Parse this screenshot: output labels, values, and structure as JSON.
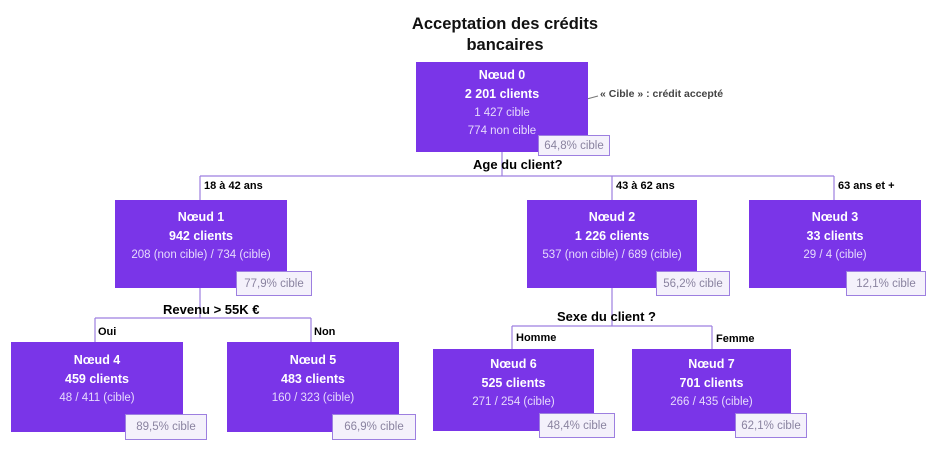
{
  "title": "Acceptation des crédits bancaires",
  "annotation": "« Cible » : crédit accepté",
  "colors": {
    "node": "#7a35e8",
    "line": "#9d7fe0",
    "pct_bg": "#f4f1fb"
  },
  "questions": {
    "age": "Age du client?",
    "revenu": "Revenu > 55K €",
    "sexe": "Sexe du client ?"
  },
  "branches": {
    "age_1": "18 à 42 ans",
    "age_2": "43 à 62 ans",
    "age_3": "63 ans et +",
    "revenu_oui": "Oui",
    "revenu_non": "Non",
    "sexe_homme": "Homme",
    "sexe_femme": "Femme"
  },
  "nodes": {
    "n0": {
      "title": "Nœud 0",
      "count": "2 201 clients",
      "detail1": "1 427 cible",
      "detail2": "774 non cible",
      "pct": "64,8% cible"
    },
    "n1": {
      "title": "Nœud 1",
      "count": "942 clients",
      "detail1": "208 (non cible) /  734 (cible)",
      "pct": "77,9% cible"
    },
    "n2": {
      "title": "Nœud 2",
      "count": "1 226 clients",
      "detail1": "537 (non cible) / 689 (cible)",
      "pct": "56,2% cible"
    },
    "n3": {
      "title": "Nœud 3",
      "count": "33 clients",
      "detail1": "29 / 4 (cible)",
      "pct": "12,1% cible"
    },
    "n4": {
      "title": "Nœud 4",
      "count": "459 clients",
      "detail1": "48 / 411 (cible)",
      "pct": "89,5% cible"
    },
    "n5": {
      "title": "Nœud 5",
      "count": "483 clients",
      "detail1": "160 / 323 (cible)",
      "pct": "66,9% cible"
    },
    "n6": {
      "title": "Nœud 6",
      "count": "525 clients",
      "detail1": "271 / 254 (cible)",
      "pct": "48,4% cible"
    },
    "n7": {
      "title": "Nœud 7",
      "count": "701 clients",
      "detail1": "266 / 435 (cible)",
      "pct": "62,1% cible"
    }
  }
}
